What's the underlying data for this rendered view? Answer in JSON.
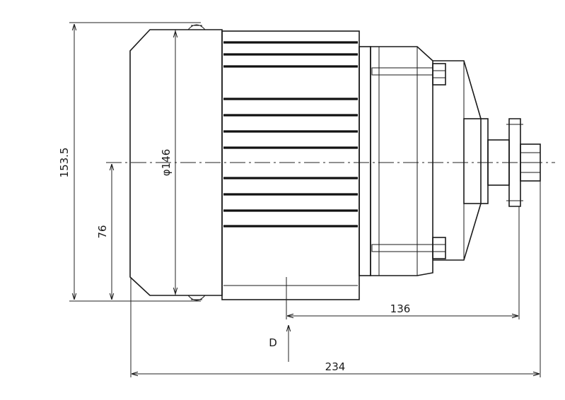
{
  "drawing": {
    "dimensions": {
      "overall_height": "153.5",
      "axis_height": "76",
      "housing_diameter": "φ146",
      "sprocket_offset": "136",
      "overall_length": "234"
    },
    "view_label": "D"
  }
}
